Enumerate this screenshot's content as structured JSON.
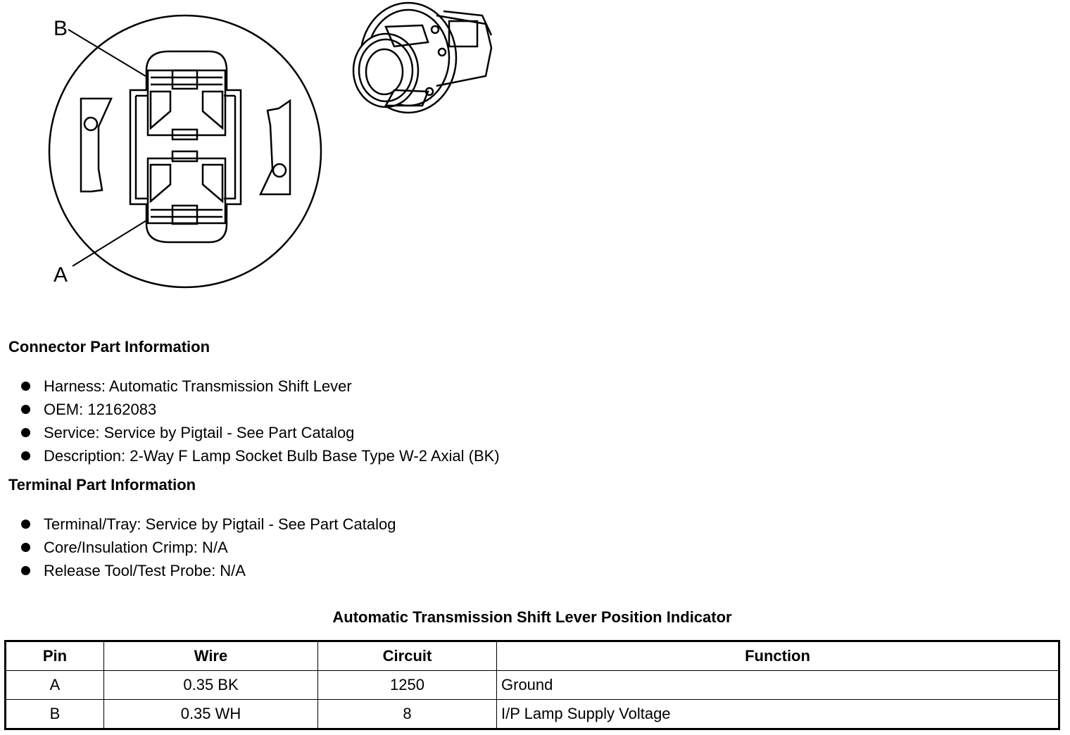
{
  "diagram": {
    "label_b": "B",
    "label_a": "A"
  },
  "connector": {
    "title": "Connector Part Information",
    "items": [
      "Harness: Automatic Transmission Shift Lever",
      "OEM: 12162083",
      "Service: Service by Pigtail - See Part Catalog",
      "Description: 2-Way F Lamp Socket Bulb Base Type W-2 Axial (BK)"
    ]
  },
  "terminal": {
    "title": "Terminal Part Information",
    "items": [
      "Terminal/Tray: Service by Pigtail - See Part Catalog",
      "Core/Insulation Crimp: N/A",
      "Release Tool/Test Probe: N/A"
    ]
  },
  "table": {
    "title": "Automatic Transmission Shift Lever Position Indicator",
    "headers": [
      "Pin",
      "Wire",
      "Circuit",
      "Function"
    ],
    "rows": [
      [
        "A",
        "0.35 BK",
        "1250",
        "Ground"
      ],
      [
        "B",
        "0.35 WH",
        "8",
        "I/P Lamp Supply Voltage"
      ]
    ]
  }
}
